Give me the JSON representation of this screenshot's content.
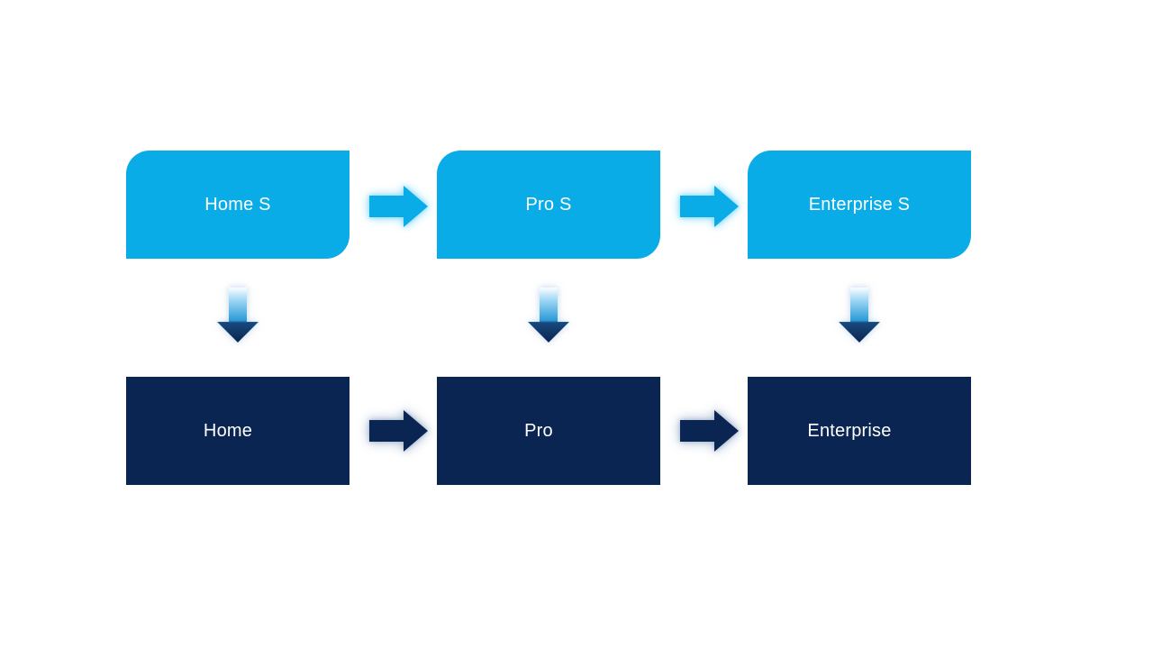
{
  "colors": {
    "background": "#FFFFFF",
    "light_blue": "#0AACE8",
    "dark_navy": "#0A2552",
    "text": "#FFFFFF",
    "glow_light": "#8EDDFB",
    "glow_dark": "#A8BBD2",
    "down_grad_0": "#FDFEFF",
    "down_grad_1": "#A8DCF7",
    "down_grad_2": "#2B9BD6",
    "down_grad_3": "#17497E",
    "down_grad_4": "#0A2450"
  },
  "diagram": {
    "columns": [
      {
        "top_label": "Home S",
        "bottom_label": "Home"
      },
      {
        "top_label": "Pro S",
        "bottom_label": "Pro"
      },
      {
        "top_label": "Enterprise S",
        "bottom_label": "Enterprise"
      }
    ]
  }
}
